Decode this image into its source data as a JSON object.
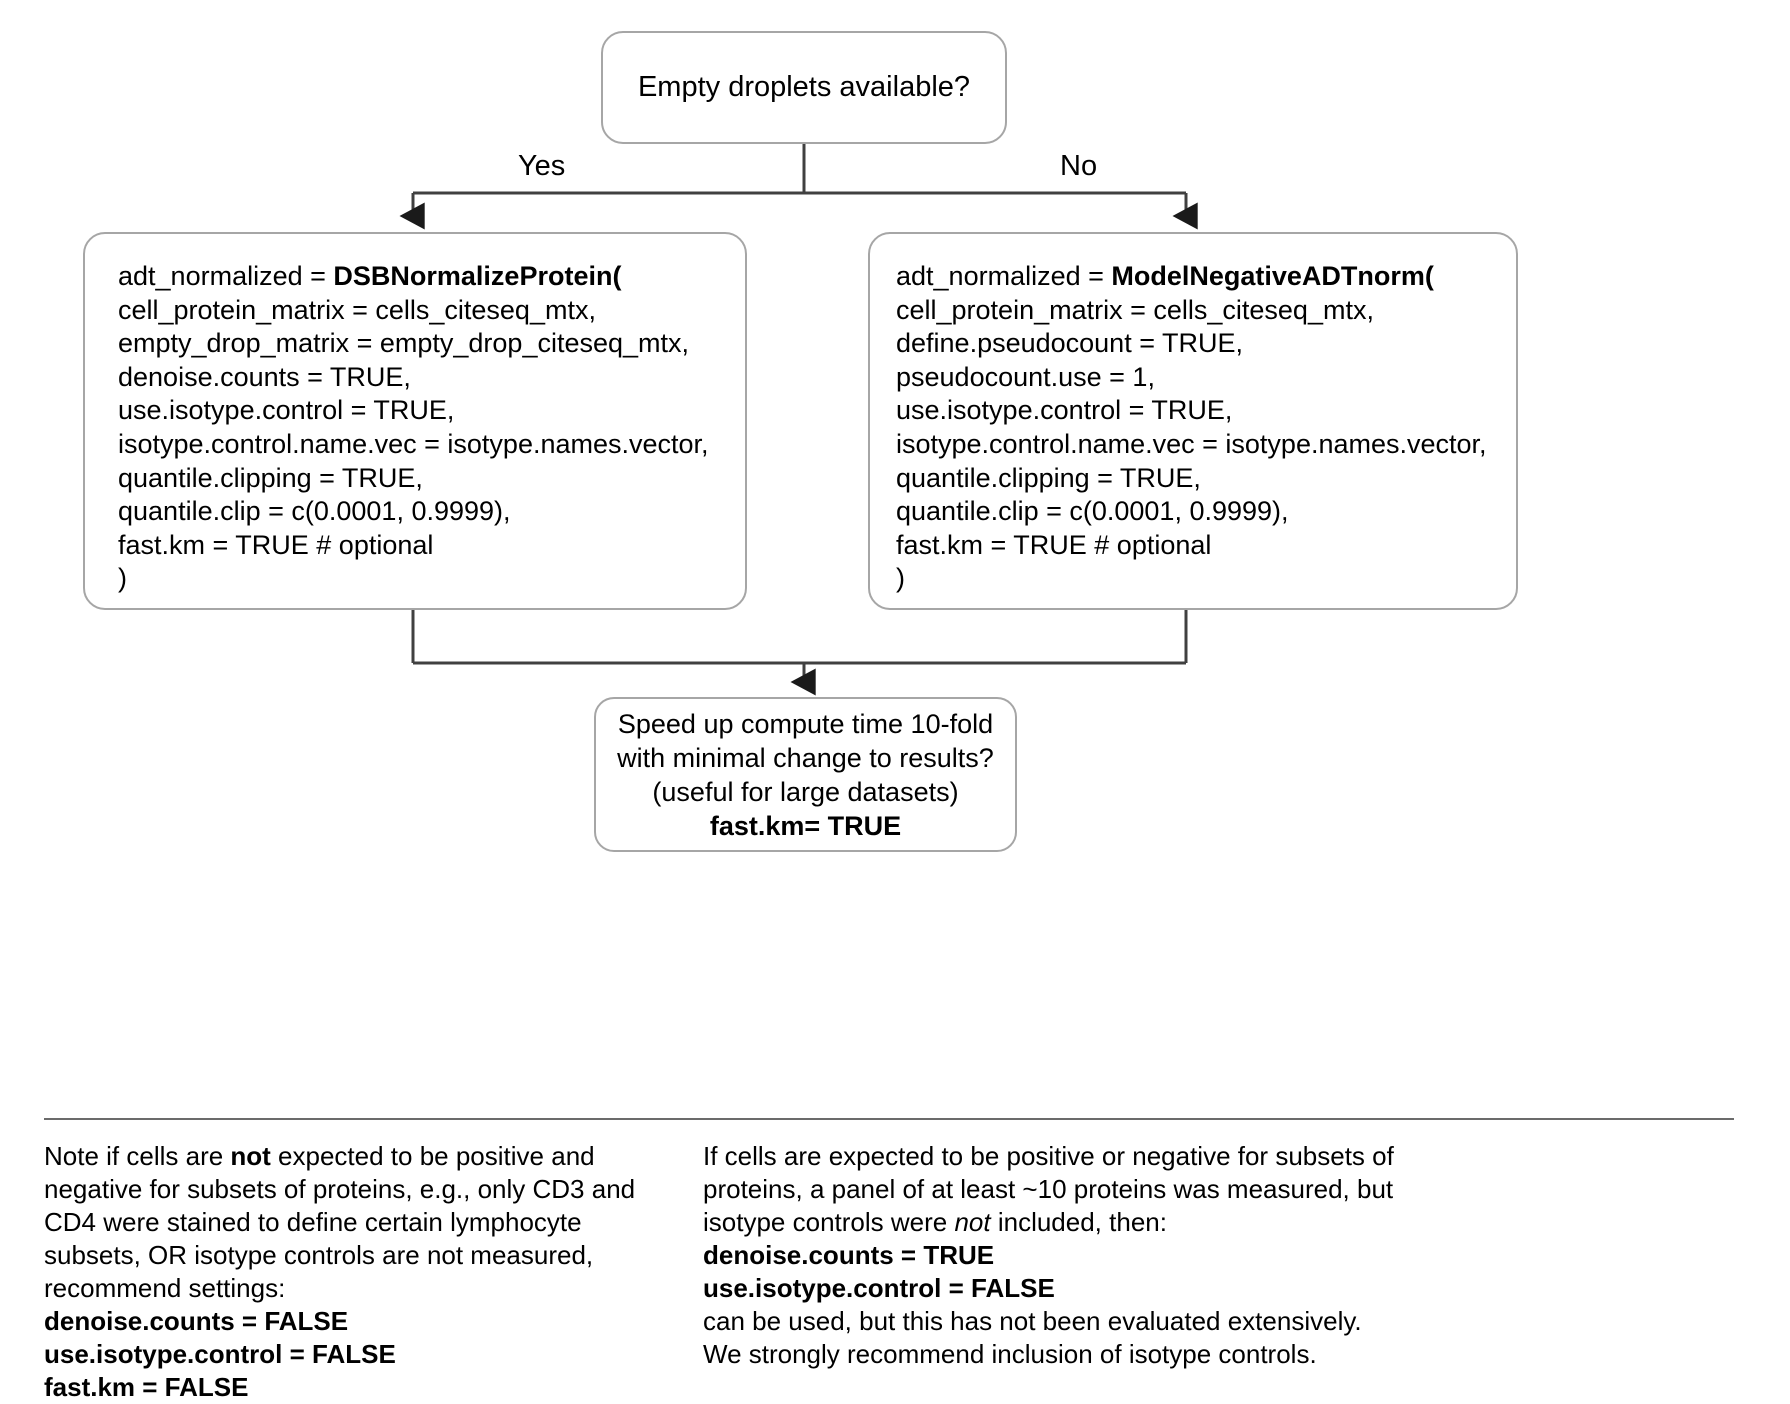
{
  "diagram": {
    "title": "dsb normalization decision flowchart",
    "colors": {
      "node_border": "#a6a6a6",
      "connector": "#404040",
      "text": "#000000",
      "rule": "#6b6b6b",
      "background": "#ffffff"
    },
    "root_node": {
      "label": "Empty droplets available?"
    },
    "edges": [
      {
        "label": "Yes",
        "from": "root_node",
        "to": "dsb_node"
      },
      {
        "label": "No",
        "from": "root_node",
        "to": "modelnegative_node"
      }
    ],
    "dsb_node": {
      "function_name": "DSBNormalizeProtein(",
      "assignment": "adt_normalized = ",
      "lines": [
        "cell_protein_matrix = cells_citeseq_mtx,",
        "empty_drop_matrix = empty_drop_citeseq_mtx,",
        "denoise.counts = TRUE,",
        "use.isotype.control = TRUE,",
        "isotype.control.name.vec = isotype.names.vector,",
        "quantile.clipping = TRUE,",
        "quantile.clip = c(0.0001, 0.9999),",
        "fast.km = TRUE # optional"
      ],
      "closing": ")"
    },
    "modelnegative_node": {
      "function_name": "ModelNegativeADTnorm(",
      "assignment": "adt_normalized = ",
      "lines": [
        "cell_protein_matrix = cells_citeseq_mtx,",
        "define.pseudocount = TRUE,",
        "pseudocount.use = 1,",
        "use.isotype.control = TRUE,",
        "isotype.control.name.vec = isotype.names.vector,",
        "quantile.clipping = TRUE,",
        "quantile.clip = c(0.0001, 0.9999),",
        "fast.km = TRUE # optional"
      ],
      "closing": ")"
    },
    "fastkm_node": {
      "line1": "Speed up compute time 10-fold",
      "line2": "with minimal change to results?",
      "line3": "(useful for large datasets)",
      "line4": "fast.km= TRUE"
    },
    "notes": {
      "left": {
        "para_a_part1": "Note if cells are ",
        "para_a_bold": "not",
        "para_a_part2": " expected to be positive and negative for subsets of proteins, e.g., only CD3 and CD4 were stained to define certain lymphocyte subsets, OR isotype controls are not measured, recommend settings:",
        "settings": [
          "denoise.counts = FALSE",
          "use.isotype.control = FALSE",
          "fast.km = FALSE"
        ]
      },
      "right": {
        "para_a": "If cells are expected to be positive or negative for subsets of proteins, a panel of at least ~10 proteins was measured, but isotype controls were ",
        "para_a_italic": "not",
        "para_a_tail": " included, then:",
        "settings": [
          "denoise.counts = TRUE",
          "use.isotype.control = FALSE"
        ],
        "para_b": "can be used, but this has not been evaluated extensively.",
        "para_c": "We strongly recommend inclusion of isotype controls."
      }
    }
  }
}
